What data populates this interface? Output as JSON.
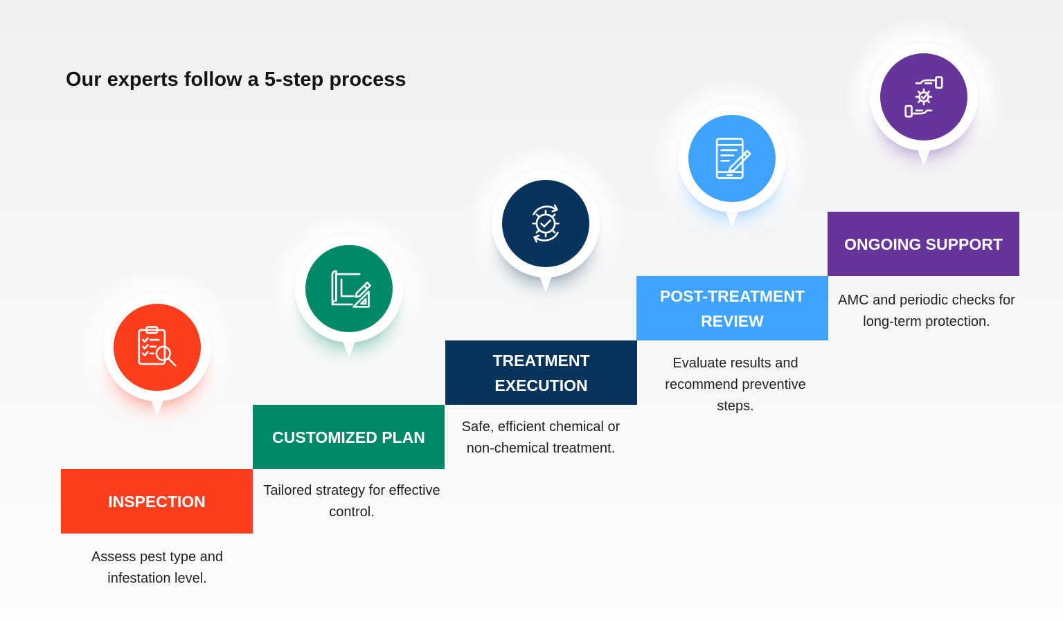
{
  "page": {
    "title": "Our experts follow a 5-step process"
  },
  "colors": {
    "inspection": "#fb3f1e",
    "plan": "#008868",
    "execution": "#06345a",
    "review": "#3fa3fb",
    "support": "#66359a"
  },
  "steps": [
    {
      "label": "INSPECTION",
      "description": "Assess pest type and infestation level.",
      "icon": "clipboard-search-icon"
    },
    {
      "label": "CUSTOMIZED PLAN",
      "description": "Tailored strategy for effective control.",
      "icon": "blueprint-pencil-icon"
    },
    {
      "label": "TREATMENT EXECUTION",
      "description": "Safe, efficient chemical or non-chemical treatment.",
      "icon": "gear-check-icon"
    },
    {
      "label": "POST-TREATMENT REVIEW",
      "description": "Evaluate results and recommend preventive steps.",
      "icon": "document-pencil-icon"
    },
    {
      "label": "ONGOING SUPPORT",
      "description": "AMC and periodic checks for long-term protection.",
      "icon": "hands-gear-icon"
    }
  ]
}
